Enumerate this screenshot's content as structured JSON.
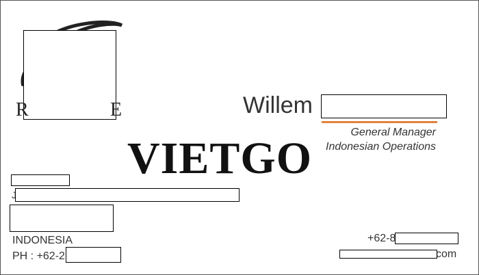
{
  "card": {
    "logo": {
      "left_text": "R",
      "right_text": "E"
    },
    "person": {
      "first_name": "Willem",
      "job_title": "General Manager",
      "department": "Indonesian Operations"
    },
    "watermark": "VIETGO",
    "address": {
      "line_start": "J",
      "country": "INDONESIA",
      "phone_prefix": "PH : +62-2"
    },
    "contact": {
      "mobile_prefix": "+62-8",
      "email_suffix": "com"
    },
    "colors": {
      "accent_line": "#e0823a",
      "text": "#333333"
    }
  }
}
